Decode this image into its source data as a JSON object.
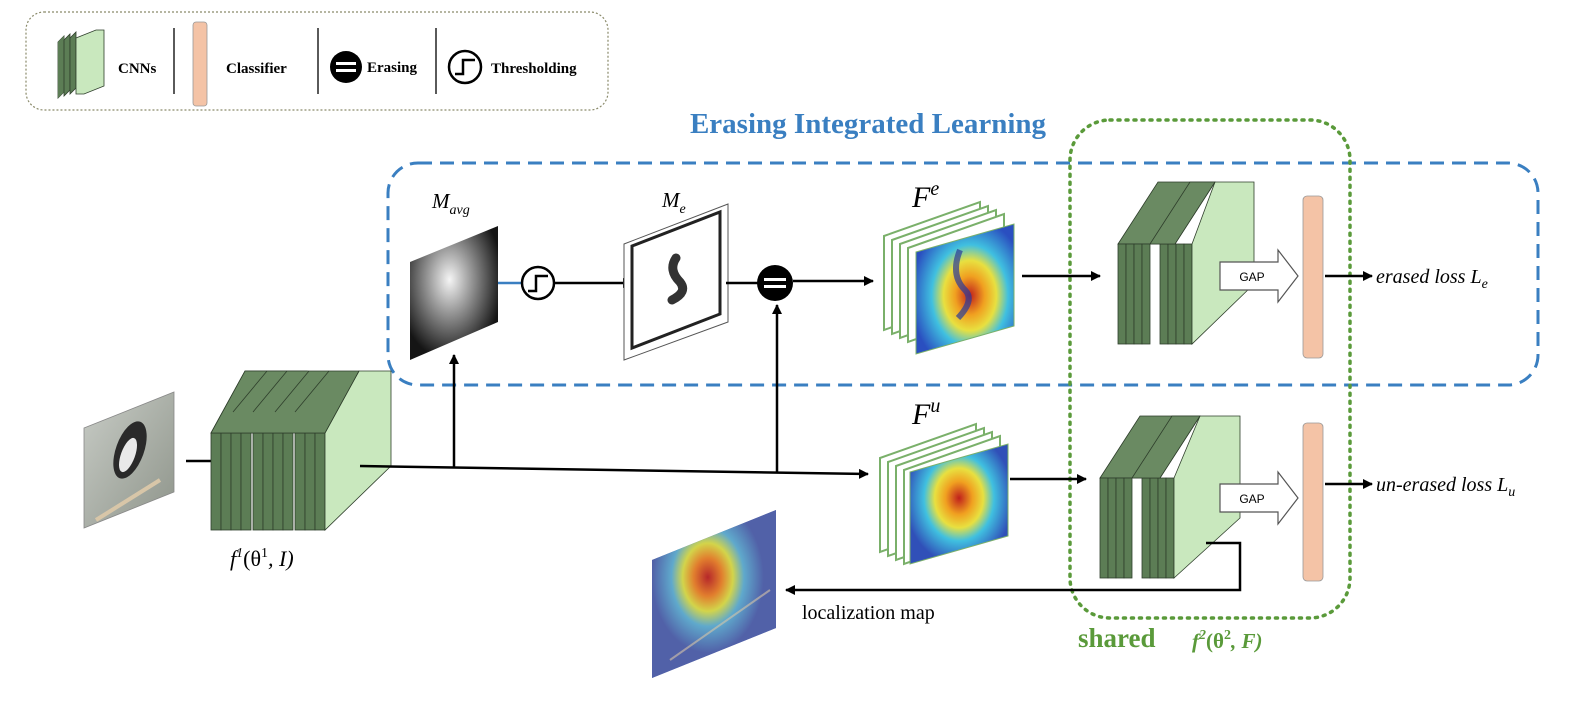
{
  "legend": {
    "cnns": "CNNs",
    "classifier": "Classifier",
    "erasing": "Erasing",
    "thresholding": "Thresholding"
  },
  "title": "Erasing Integrated Learning",
  "labels": {
    "m_avg_base": "M",
    "m_avg_sub": "avg",
    "m_e_base": "M",
    "m_e_sub": "e",
    "f_e_base": "F",
    "f_e_sup": "e",
    "f_u_base": "F",
    "f_u_sup": "u",
    "f1_text": "f",
    "f1_sup": "1",
    "f1_args": "(θ",
    "f1_args_sup": "1",
    "f1_args_end": ", I)",
    "gap_top": "GAP",
    "gap_bottom": "GAP",
    "erased_loss": "erased loss L",
    "erased_loss_sub": "e",
    "unerased_loss": "un-erased loss L",
    "unerased_loss_sub": "u",
    "localization_map": "localization map",
    "shared": "shared",
    "f2_text": "f",
    "f2_sup": "2",
    "f2_args": "(θ",
    "f2_args_sup": "2",
    "f2_args_end": ", F)"
  },
  "colors": {
    "title_blue": "#3a7fc1",
    "dashed_blue": "#3a7fc1",
    "dotted_green": "#5a9a3a",
    "shared_green": "#5a9a3a",
    "cnn_face": "#c9e8be",
    "cnn_side": "#5c7d55",
    "classifier": "#f4c3a6"
  }
}
